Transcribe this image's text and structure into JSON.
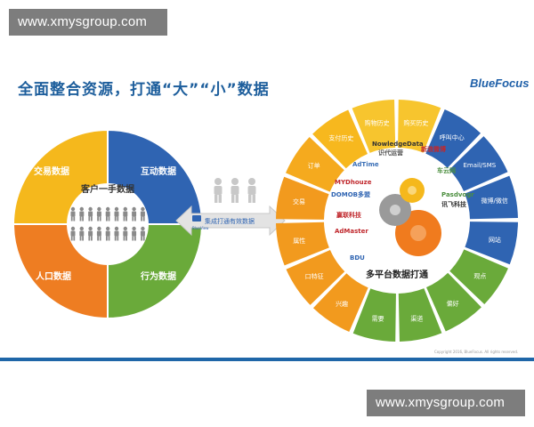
{
  "watermark": {
    "top": "www.xmysgroup.com",
    "bottom": "www.xmysgroup.com"
  },
  "header": {
    "title": "全面整合资源，打通“大”“小”数据",
    "brand": "BlueFocus"
  },
  "left_donut": {
    "center": "客户一手数据",
    "quadrants": [
      {
        "label": "交易数据",
        "color": "#f5b81c"
      },
      {
        "label": "互动数据",
        "color": "#2f64b2"
      },
      {
        "label": "行为数据",
        "color": "#6aaa3a"
      },
      {
        "label": "人口数据",
        "color": "#ee7d22"
      }
    ]
  },
  "connector": {
    "label": "集成打通有效数据",
    "logo": "BlueView"
  },
  "right_donut": {
    "center": "多平台数据打通",
    "segments": [
      {
        "label": "购买历史",
        "color": "#f7c52e"
      },
      {
        "label": "呼叫中心",
        "color": "#2f64b2"
      },
      {
        "label": "Email/SMS",
        "color": "#2f64b2"
      },
      {
        "label": "微博/微信",
        "color": "#2f64b2"
      },
      {
        "label": "网站",
        "color": "#2f64b2"
      },
      {
        "label": "观点",
        "color": "#6aaa3a"
      },
      {
        "label": "偏好",
        "color": "#6aaa3a"
      },
      {
        "label": "渠道",
        "color": "#6aaa3a"
      },
      {
        "label": "需要",
        "color": "#6aaa3a"
      },
      {
        "label": "兴趣",
        "color": "#f29a1e"
      },
      {
        "label": "口特征",
        "color": "#f29a1e"
      },
      {
        "label": "属性",
        "color": "#f29a1e"
      },
      {
        "label": "交易",
        "color": "#f29a1e"
      },
      {
        "label": "订单",
        "color": "#f5aa1e"
      },
      {
        "label": "支付历史",
        "color": "#f7b81e"
      },
      {
        "label": "购物历史",
        "color": "#f7c52e"
      }
    ],
    "logos": [
      "NowledgeData",
      "识代运营",
      "新浪微博",
      "AdTime",
      "车云网",
      "MYDhouze",
      "DOMOB多盟",
      "Pasdvogr",
      "讯飞科技",
      "赢联科技",
      "AdMaster",
      "BDU"
    ]
  },
  "footer": {
    "copyright": "Copyright 2016, BlueFocus. All rights reserved."
  }
}
